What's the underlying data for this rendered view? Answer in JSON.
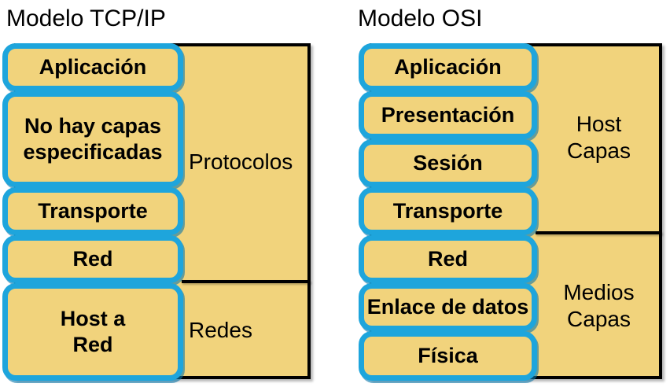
{
  "colors": {
    "layer_fill": "#F1D37C",
    "layer_border_blue": "#1EA5DC",
    "outer_box_fill": "#F1D37C",
    "outer_box_border": "#000000",
    "text": "#000000",
    "background": "#FFFFFF"
  },
  "diagrams": [
    {
      "title": "Modelo TCP/IP",
      "layers": [
        {
          "lines": [
            "Aplicación"
          ]
        },
        {
          "lines": [
            "No hay capas",
            "especificadas"
          ]
        },
        {
          "lines": [
            "Transporte"
          ]
        },
        {
          "lines": [
            "Red"
          ]
        },
        {
          "lines": [
            "Host a",
            "Red"
          ]
        }
      ],
      "groups": [
        {
          "lines": [
            "Protocolos"
          ]
        },
        {
          "lines": [
            "Redes"
          ]
        }
      ]
    },
    {
      "title": "Modelo OSI",
      "layers": [
        {
          "lines": [
            "Aplicación"
          ]
        },
        {
          "lines": [
            "Presentación"
          ]
        },
        {
          "lines": [
            "Sesión"
          ]
        },
        {
          "lines": [
            "Transporte"
          ]
        },
        {
          "lines": [
            "Red"
          ]
        },
        {
          "lines": [
            "Enlace de datos"
          ]
        },
        {
          "lines": [
            "Física"
          ]
        }
      ],
      "groups": [
        {
          "lines": [
            "Host",
            "Capas"
          ]
        },
        {
          "lines": [
            "Medios",
            "Capas"
          ]
        }
      ]
    }
  ]
}
